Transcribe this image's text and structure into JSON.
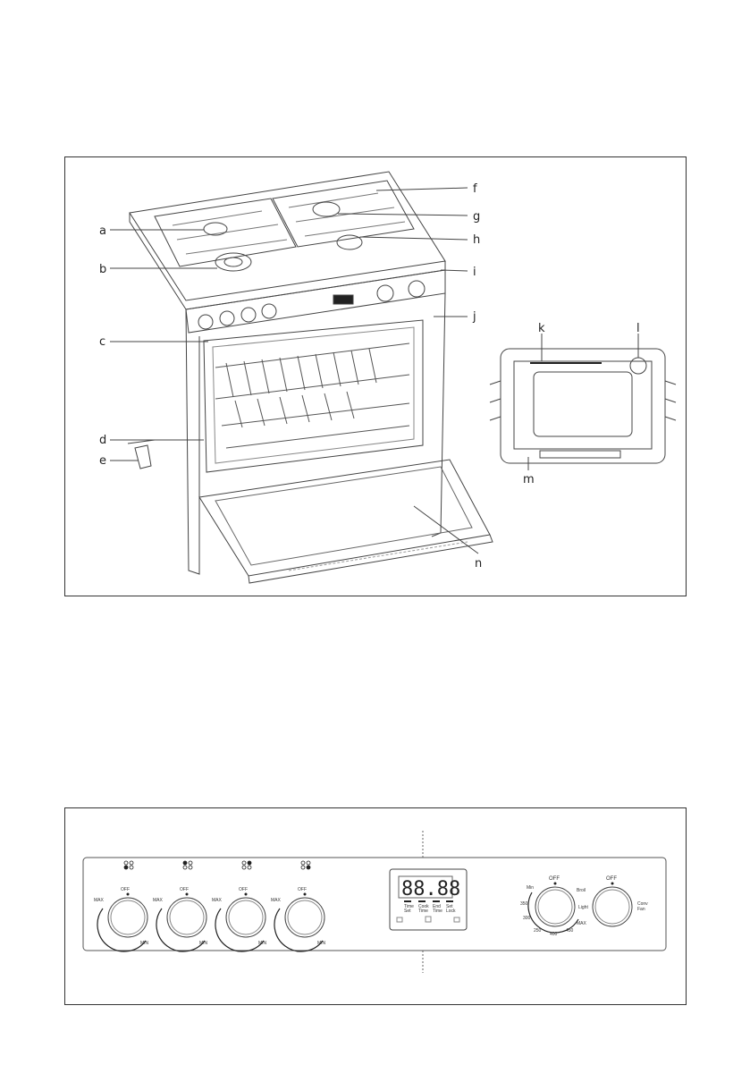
{
  "figure1": {
    "callouts": [
      "a",
      "b",
      "c",
      "d",
      "e",
      "f",
      "g",
      "h",
      "i",
      "j",
      "k",
      "l",
      "m",
      "n"
    ]
  },
  "figure2": {
    "hob_knobs": [
      {
        "off": "OFF",
        "max": "MAX",
        "min": "MIN"
      },
      {
        "off": "OFF",
        "max": "MAX",
        "min": "MIN"
      },
      {
        "off": "OFF",
        "max": "MAX",
        "min": "MIN"
      },
      {
        "off": "OFF",
        "max": "MAX",
        "min": "MIN"
      }
    ],
    "timer": {
      "display": "88.88",
      "buttons": [
        {
          "line1": "Time",
          "line2": "Set"
        },
        {
          "line1": "Cook",
          "line2": "Time"
        },
        {
          "line1": "End",
          "line2": "Time"
        },
        {
          "line1": "Set",
          "line2": "Lock"
        }
      ]
    },
    "oven_function_knob": {
      "off": "OFF",
      "labels": [
        "Min",
        "Broil",
        "Light",
        "MAX",
        "350",
        "300",
        "250",
        "400",
        "450"
      ]
    },
    "fan_knob": {
      "off": "OFF",
      "labels": [
        "Conv",
        "Fan"
      ]
    }
  }
}
